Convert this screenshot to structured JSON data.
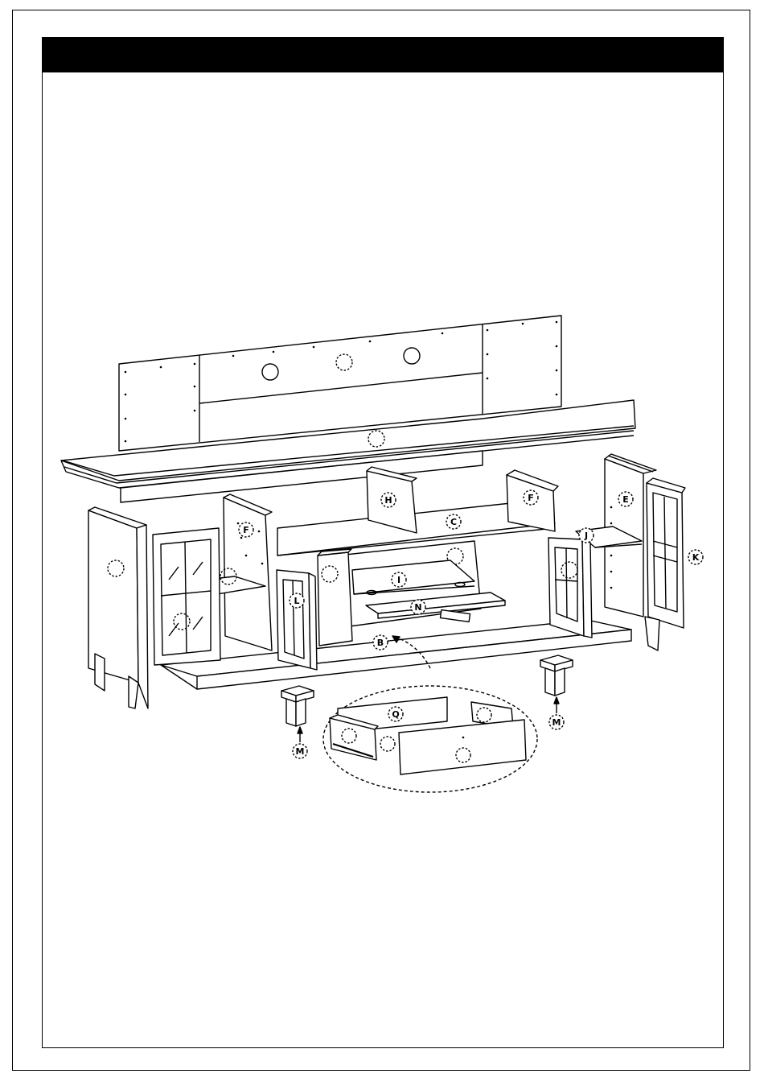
{
  "header": {
    "title": ""
  },
  "labels": {
    "B": "B",
    "C": "C",
    "E": "E",
    "F_left": "F",
    "F_right": "F",
    "H": "H",
    "I": "I",
    "J": "J",
    "K": "K",
    "L": "L",
    "M_left": "M",
    "M_right": "M",
    "N": "N",
    "Q": "Q"
  }
}
